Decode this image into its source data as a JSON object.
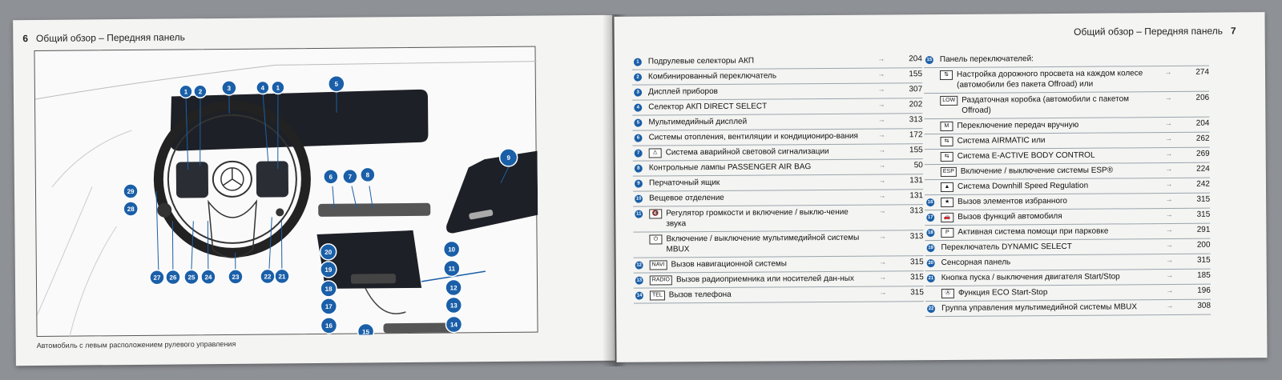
{
  "left_page": {
    "page_number": "6",
    "header_title": "Общий обзор – Передняя панель",
    "caption": "Автомобиль с левым расположением рулевого управления",
    "callouts": [
      "1",
      "2",
      "3",
      "4",
      "1",
      "5",
      "6",
      "7",
      "8",
      "9",
      "10",
      "11",
      "12",
      "13",
      "14",
      "15",
      "16",
      "17",
      "18",
      "19",
      "20",
      "21",
      "22",
      "23",
      "24",
      "25",
      "26",
      "27",
      "28",
      "29"
    ]
  },
  "right_page": {
    "page_number": "7",
    "header_title": "Общий обзор – Передняя панель",
    "arrow": "→",
    "left_column": [
      {
        "n": "1",
        "label": "Подрулевые селекторы АКП",
        "page": "204"
      },
      {
        "n": "2",
        "label": "Комбинированный переключатель",
        "page": "155"
      },
      {
        "n": "3",
        "label": "Дисплей приборов",
        "page": "307"
      },
      {
        "n": "4",
        "label": "Селектор АКП DIRECT SELECT",
        "page": "202"
      },
      {
        "n": "5",
        "label": "Мультимедийный дисплей",
        "page": "313"
      },
      {
        "n": "6",
        "label": "Системы отопления, вентиляции и кондициониро-вания",
        "page": "172"
      },
      {
        "n": "7",
        "sym": "⚠",
        "label": "Система аварийной световой сигнализации",
        "page": "155"
      },
      {
        "n": "8",
        "label": "Контрольные лампы PASSENGER AIR BAG",
        "page": "50"
      },
      {
        "n": "9",
        "label": "Перчаточный ящик",
        "page": "131"
      },
      {
        "n": "10",
        "label": "Вещевое отделение",
        "page": "131"
      },
      {
        "n": "11",
        "sym": "🔇",
        "label": "Регулятор громкости и включение / выклю-чение звука",
        "page": "313"
      },
      {
        "n": "",
        "sym": "⏻",
        "label": "Включение / выключение мультимедийной системы MBUX",
        "page": "313"
      },
      {
        "n": "12",
        "sym": "NAVI",
        "label": "Вызов навигационной системы",
        "page": "315"
      },
      {
        "n": "13",
        "sym": "RADIO",
        "label": "Вызов радиоприемника или носителей дан-ных",
        "page": "315"
      },
      {
        "n": "14",
        "sym": "TEL",
        "label": "Вызов телефона",
        "page": "315"
      }
    ],
    "right_column_heading": {
      "n": "15",
      "label": "Панель переключателей:"
    },
    "right_column": [
      {
        "n": "",
        "sym": "⇅",
        "label": "Настройка дорожного просвета на каждом колесе (автомобили без пакета Offroad) или",
        "page": "274"
      },
      {
        "n": "",
        "sym": "LOW",
        "label": "Раздаточная коробка (автомобили с пакетом Offroad)",
        "page": "206"
      },
      {
        "n": "",
        "sym": "M",
        "label": "Переключение передач вручную",
        "page": "204"
      },
      {
        "n": "",
        "sym": "⇆",
        "label": "Система AIRMATIC или",
        "page": "262"
      },
      {
        "n": "",
        "sym": "⇆",
        "label": "Система E-ACTIVE BODY CONTROL",
        "page": "269"
      },
      {
        "n": "",
        "sym": "ESP",
        "label": "Включение / выключение системы ESP®",
        "page": "224"
      },
      {
        "n": "",
        "sym": "▲",
        "label": "Система Downhill Speed Regulation",
        "page": "242"
      },
      {
        "n": "16",
        "sym": "★",
        "label": "Вызов элементов избранного",
        "page": "315"
      },
      {
        "n": "17",
        "sym": "🚗",
        "label": "Вызов функций автомобиля",
        "page": "315"
      },
      {
        "n": "18",
        "sym": "P",
        "label": "Активная система помощи при парковке",
        "page": "291"
      },
      {
        "n": "19",
        "label": "Переключатель DYNAMIC SELECT",
        "page": "200"
      },
      {
        "n": "20",
        "label": "Сенсорная панель",
        "page": "315"
      },
      {
        "n": "21",
        "label": "Кнопка пуска / выключения двигателя Start/Stop",
        "page": "185"
      },
      {
        "n": "",
        "sym": "Ⓐ",
        "label": "Функция ECO Start-Stop",
        "page": "196"
      },
      {
        "n": "22",
        "label": "Группа управления мультимедийной системы MBUX",
        "page": "308"
      }
    ]
  },
  "colors": {
    "badge": "#1a5fa8",
    "screen": "#1d2026",
    "accent_line": "#1a5fa8"
  }
}
